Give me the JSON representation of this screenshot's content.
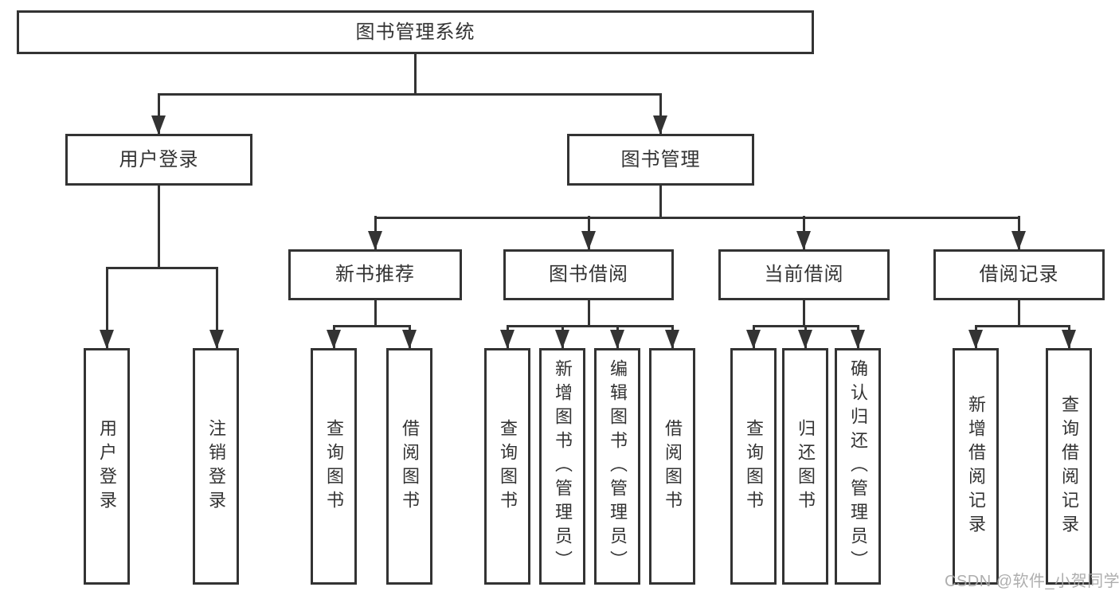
{
  "diagram": {
    "title": "图书管理系统",
    "tree": {
      "label": "图书管理系统",
      "children": [
        {
          "label": "用户登录",
          "children": [
            {
              "label": "用户登录"
            },
            {
              "label": "注销登录"
            }
          ]
        },
        {
          "label": "图书管理",
          "children": [
            {
              "label": "新书推荐",
              "children": [
                {
                  "label": "查询图书"
                },
                {
                  "label": "借阅图书"
                }
              ]
            },
            {
              "label": "图书借阅",
              "children": [
                {
                  "label": "查询图书"
                },
                {
                  "label": "新增图书（管理员）"
                },
                {
                  "label": "编辑图书（管理员）"
                },
                {
                  "label": "借阅图书"
                }
              ]
            },
            {
              "label": "当前借阅",
              "children": [
                {
                  "label": "查询图书"
                },
                {
                  "label": "归还图书"
                },
                {
                  "label": "确认归还（管理员）"
                }
              ]
            },
            {
              "label": "借阅记录",
              "children": [
                {
                  "label": "新增借阅记录"
                },
                {
                  "label": "查询借阅记录"
                }
              ]
            }
          ]
        }
      ]
    }
  },
  "watermark": {
    "text": "CSDN @软件_小贺同学"
  },
  "colors": {
    "line": "#333333",
    "text": "#333333",
    "watermark": "#a8a8a8",
    "background": "#ffffff"
  }
}
